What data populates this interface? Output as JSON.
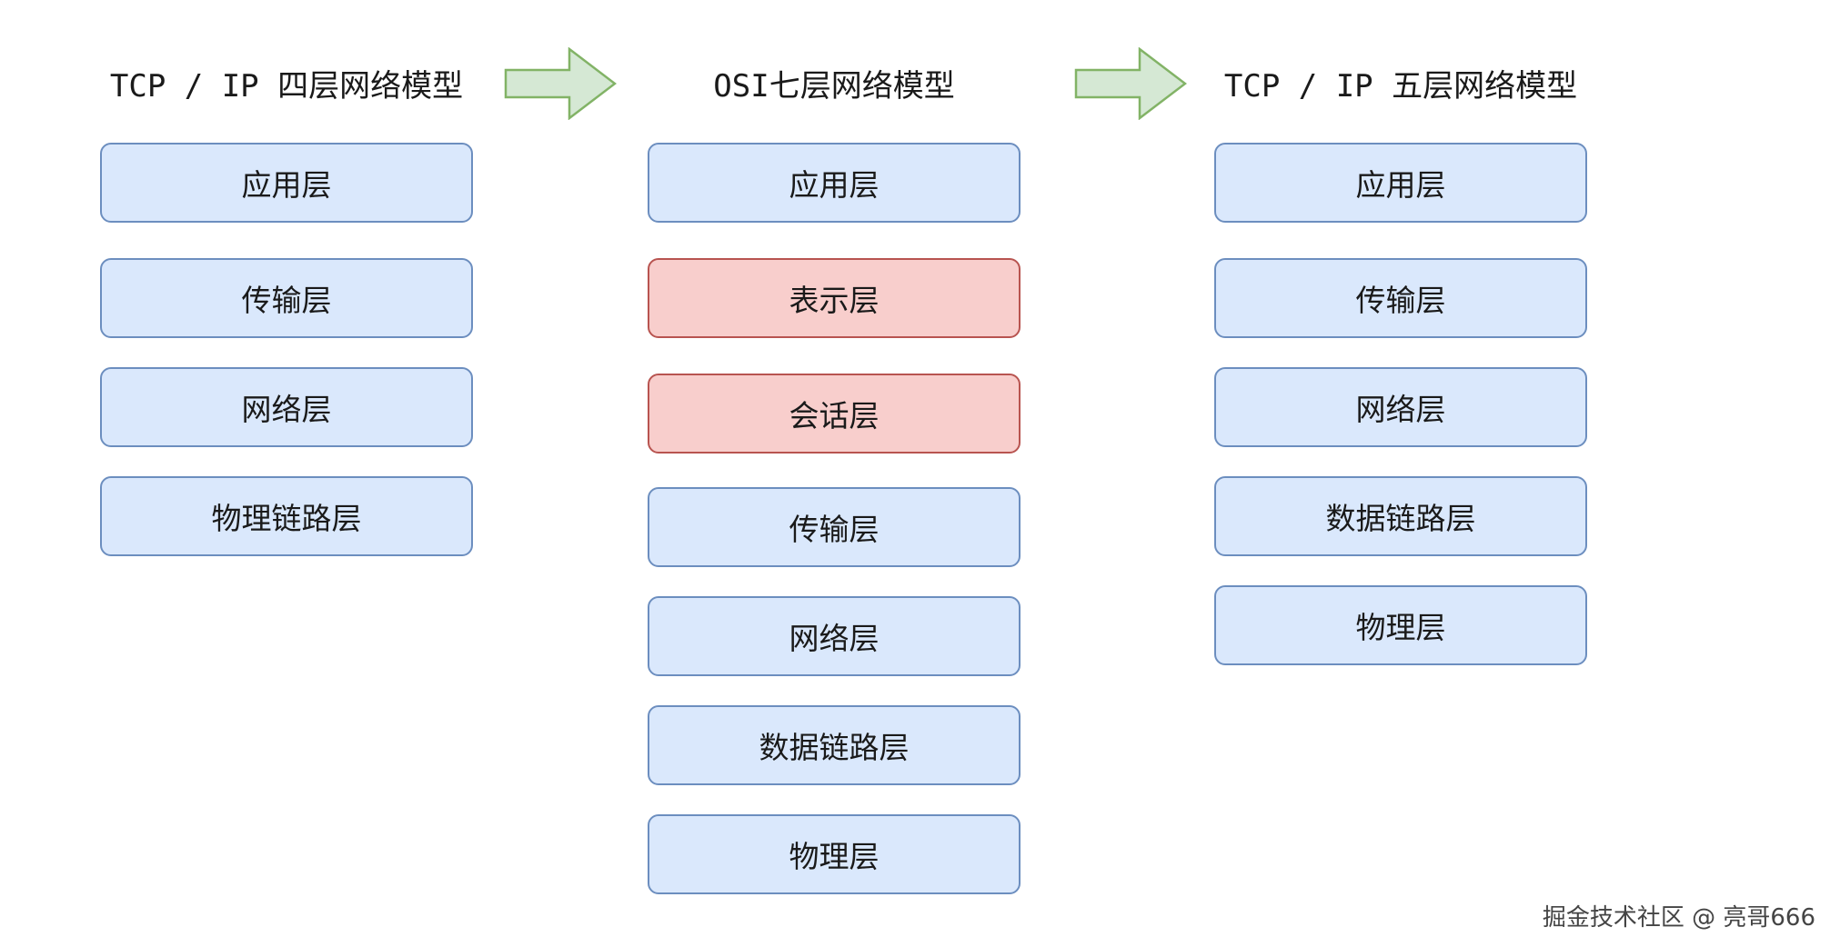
{
  "columns": [
    {
      "title": "TCP / IP 四层网络模型",
      "layers": [
        {
          "label": "应用层",
          "style": "blue"
        },
        {
          "label": "传输层",
          "style": "blue"
        },
        {
          "label": "网络层",
          "style": "blue"
        },
        {
          "label": "物理链路层",
          "style": "blue"
        }
      ]
    },
    {
      "title": "OSI七层网络模型",
      "layers": [
        {
          "label": "应用层",
          "style": "blue"
        },
        {
          "label": "表示层",
          "style": "red"
        },
        {
          "label": "会话层",
          "style": "red"
        },
        {
          "label": "传输层",
          "style": "blue"
        },
        {
          "label": "网络层",
          "style": "blue"
        },
        {
          "label": "数据链路层",
          "style": "blue"
        },
        {
          "label": "物理层",
          "style": "blue"
        }
      ]
    },
    {
      "title": "TCP / IP 五层网络模型",
      "layers": [
        {
          "label": "应用层",
          "style": "blue"
        },
        {
          "label": "传输层",
          "style": "blue"
        },
        {
          "label": "网络层",
          "style": "blue"
        },
        {
          "label": "数据链路层",
          "style": "blue"
        },
        {
          "label": "物理层",
          "style": "blue"
        }
      ]
    }
  ],
  "arrows": [
    {
      "icon": "right-arrow-icon"
    },
    {
      "icon": "right-arrow-icon"
    }
  ],
  "watermark": "掘金技术社区 @ 亮哥666",
  "colors": {
    "blue_fill": "#dae8fc",
    "blue_stroke": "#6c8ebf",
    "red_fill": "#f8cecc",
    "red_stroke": "#b85450",
    "arrow_fill": "#d5e8d4",
    "arrow_stroke": "#82b366"
  }
}
